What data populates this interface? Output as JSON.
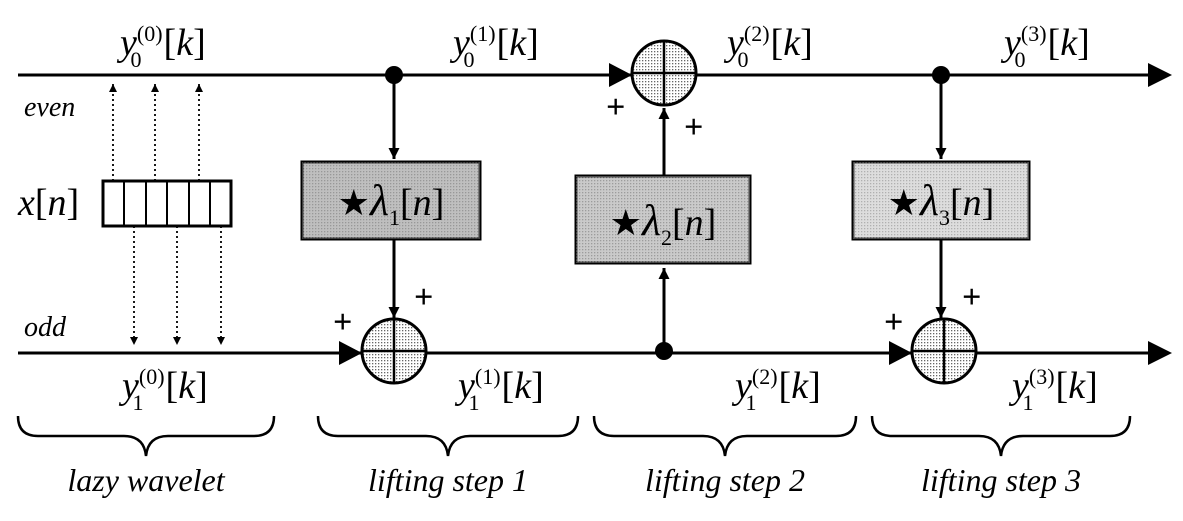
{
  "signals": {
    "top": [
      {
        "base": "y",
        "sub": "0",
        "sup": "(0)",
        "arg": "k"
      },
      {
        "base": "y",
        "sub": "0",
        "sup": "(1)",
        "arg": "k"
      },
      {
        "base": "y",
        "sub": "0",
        "sup": "(2)",
        "arg": "k"
      },
      {
        "base": "y",
        "sub": "0",
        "sup": "(3)",
        "arg": "k"
      }
    ],
    "bottom": [
      {
        "base": "y",
        "sub": "1",
        "sup": "(0)",
        "arg": "k"
      },
      {
        "base": "y",
        "sub": "1",
        "sup": "(1)",
        "arg": "k"
      },
      {
        "base": "y",
        "sub": "1",
        "sup": "(2)",
        "arg": "k"
      },
      {
        "base": "y",
        "sub": "1",
        "sup": "(3)",
        "arg": "k"
      }
    ],
    "input": {
      "base": "x",
      "arg": "n"
    }
  },
  "rails": {
    "top": "even",
    "bottom": "odd"
  },
  "filters": [
    {
      "symbol": "★",
      "lambda": "λ",
      "sub": "1",
      "arg": "n",
      "fill": "#a9a9a9"
    },
    {
      "symbol": "★",
      "lambda": "λ",
      "sub": "2",
      "arg": "n",
      "fill": "#b3b3b3"
    },
    {
      "symbol": "★",
      "lambda": "λ",
      "sub": "3",
      "arg": "n",
      "fill": "#cfcfcf"
    }
  ],
  "adder_sign": "+",
  "adder_fill": "#cccccc",
  "stages": [
    "lazy wavelet",
    "lifting step 1",
    "lifting step 2",
    "lifting step 3"
  ]
}
